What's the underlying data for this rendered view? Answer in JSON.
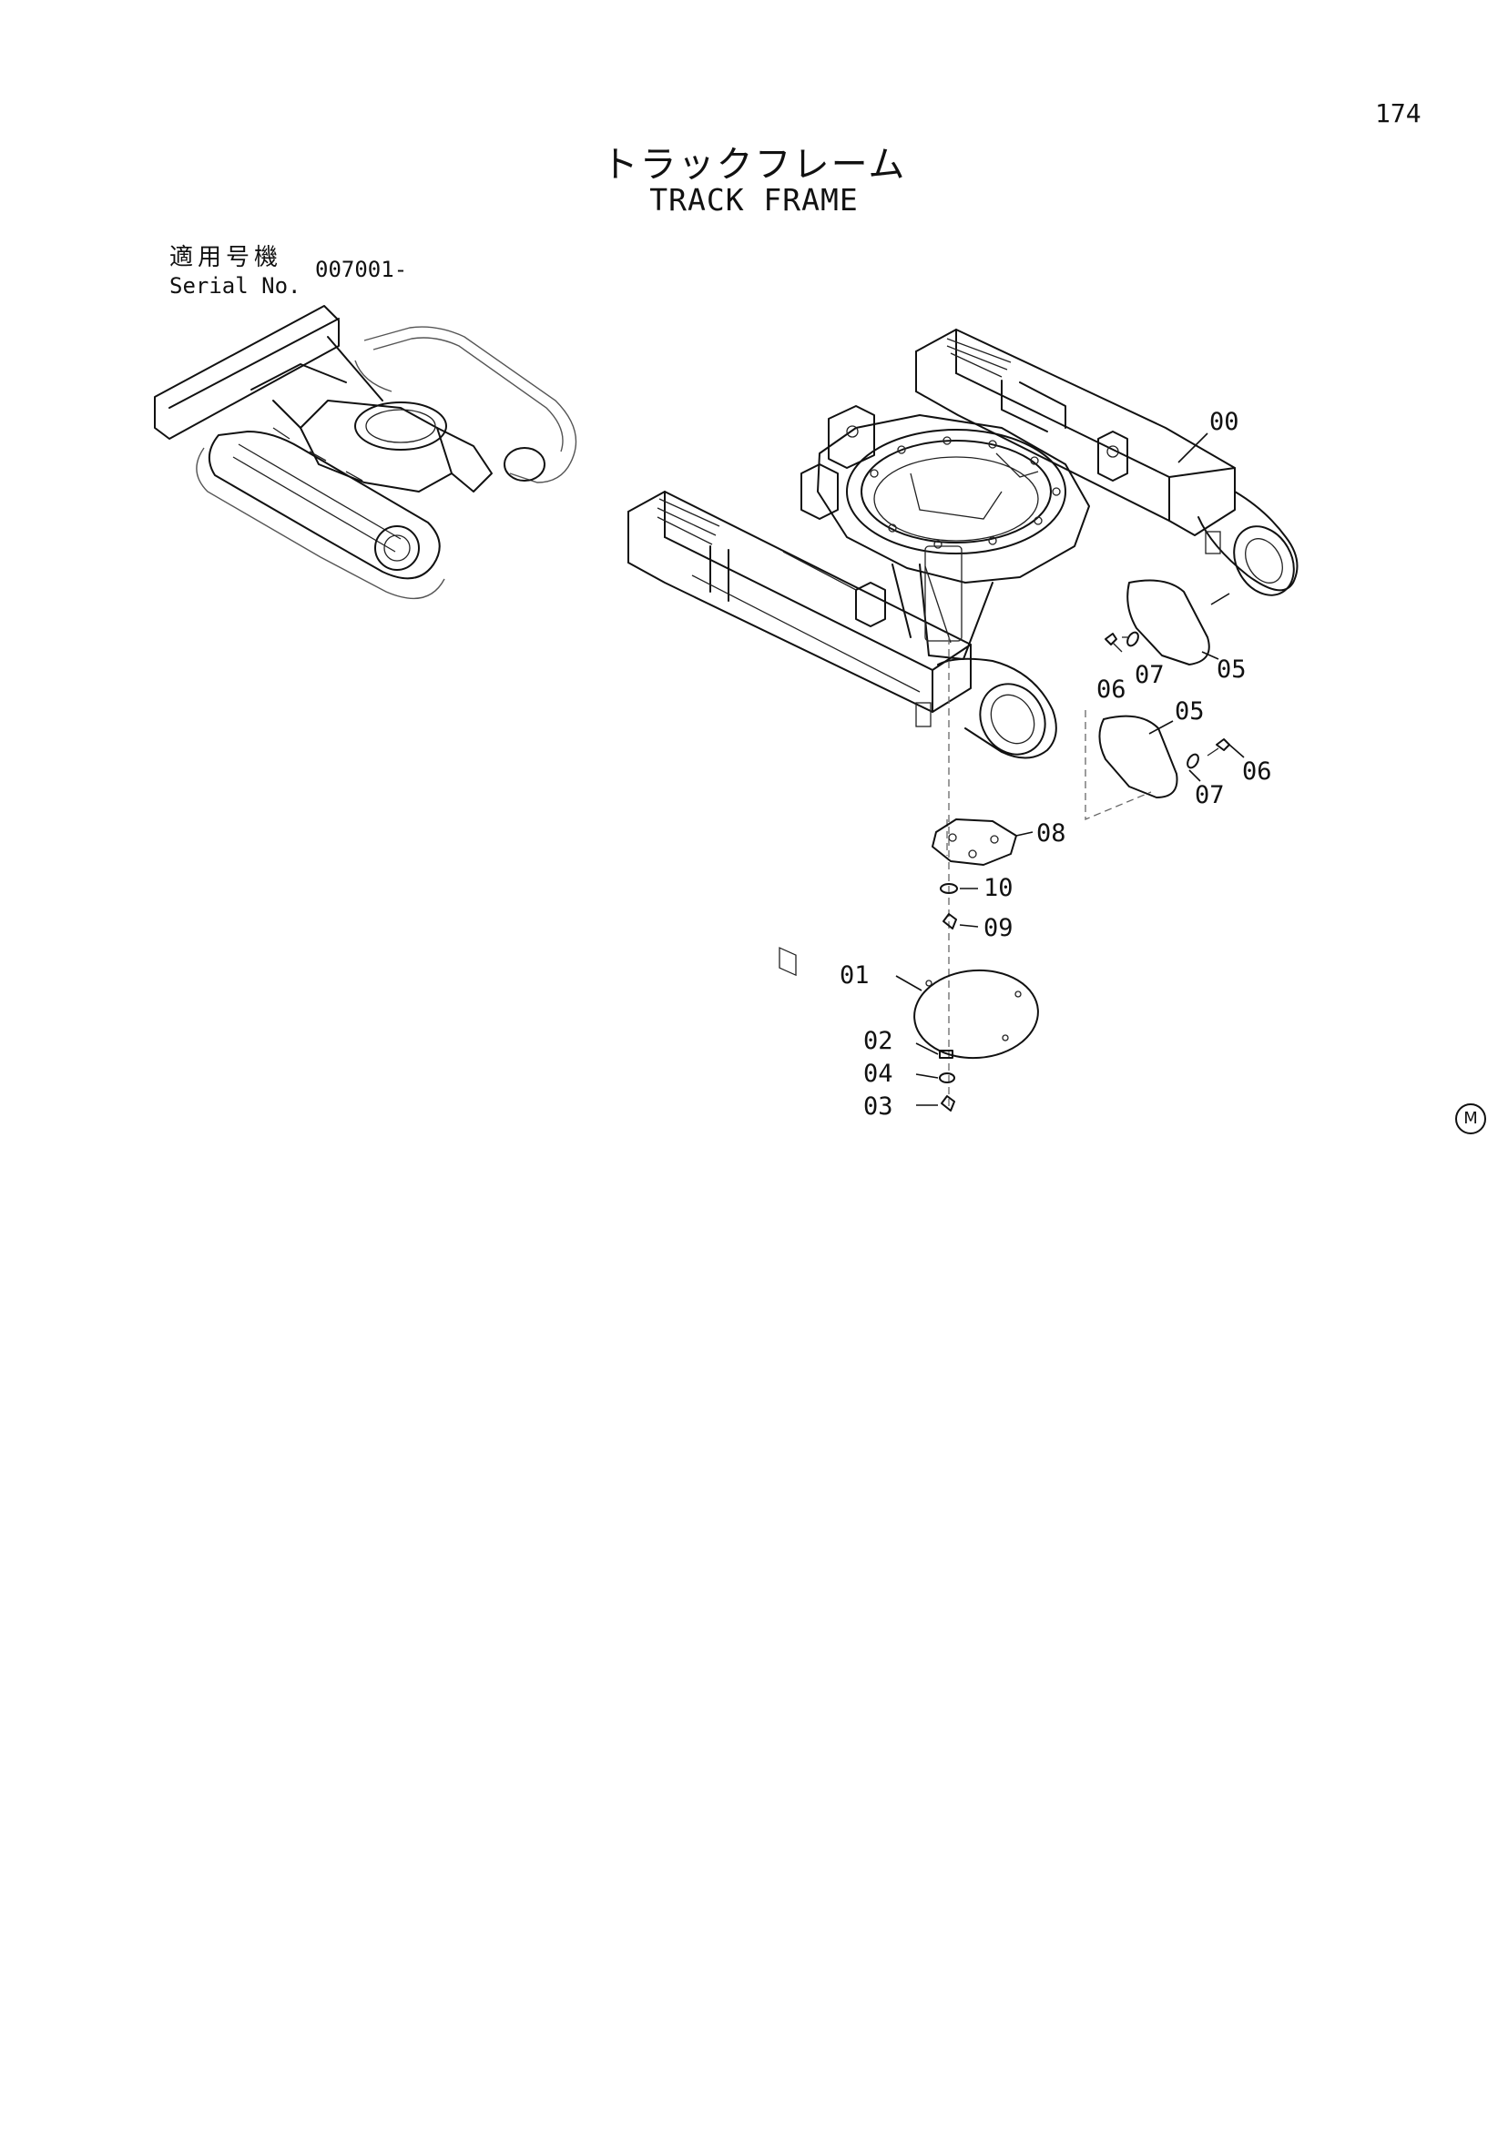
{
  "page_number": "174",
  "title_ja": "トラックフレーム",
  "title_en": "TRACK FRAME",
  "serial": {
    "label_ja": "適用号機",
    "label_en": "Serial No.",
    "value": "007001-"
  },
  "mark": "M",
  "callouts": {
    "c00": "00",
    "c01": "01",
    "c02": "02",
    "c03": "03",
    "c04": "04",
    "c05a": "05",
    "c05b": "05",
    "c06a": "06",
    "c06b": "06",
    "c07a": "07",
    "c07b": "07",
    "c08": "08",
    "c09": "09",
    "c10": "10"
  }
}
